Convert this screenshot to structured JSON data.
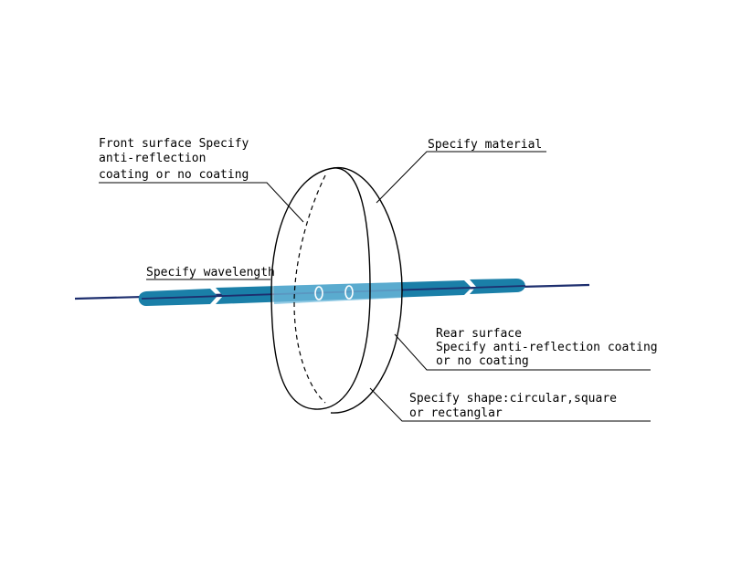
{
  "labels": {
    "front_surface": [
      "Front surface Specify",
      "anti-reflection",
      "coating or no coating"
    ],
    "material": "Specify material",
    "wavelength": "Specify wavelength",
    "rear_surface": [
      "Rear surface",
      "Specify anti-reflection coating",
      "or no coating"
    ],
    "shape": [
      "Specify shape:circular,square",
      "or rectanglar"
    ]
  },
  "colors": {
    "beam": "#1a7fa8",
    "beam_highlight": "#4fb0d8",
    "axis": "#1d2e6e",
    "outline": "#000000",
    "lens_tint": "#3aa0d0"
  }
}
